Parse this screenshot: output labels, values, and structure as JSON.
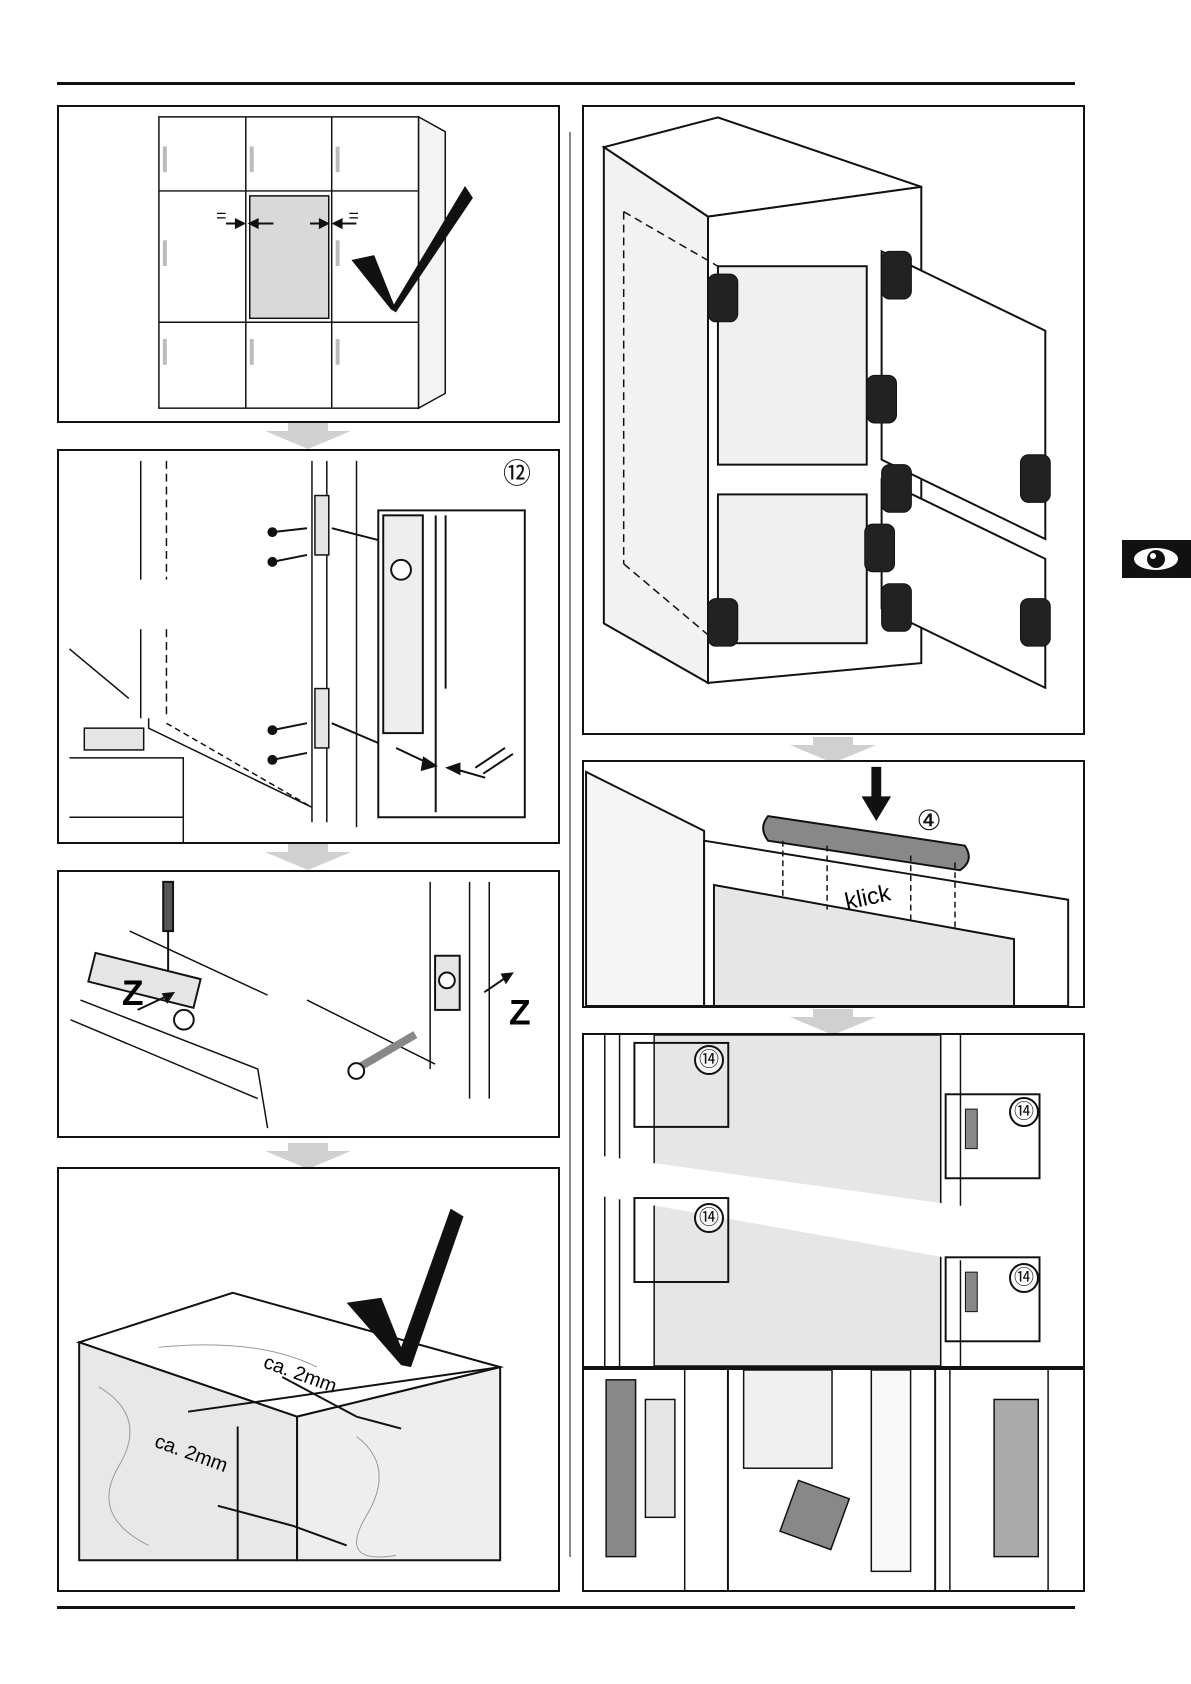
{
  "labels": {
    "equal_sign_left": "=",
    "equal_sign_right": "=",
    "step_12": "⑫",
    "step_4": "④",
    "step_14_a": "⑭",
    "step_14_b": "⑭",
    "step_14_c": "⑭",
    "step_14_d": "⑭",
    "klick": "klick",
    "z_left": "Z",
    "z_right": "Z",
    "gap_top": "ca. 2mm",
    "gap_side": "ca. 2mm"
  },
  "icons": {
    "side_tab": "eye-icon"
  },
  "colors": {
    "ink": "#111111",
    "panel_fill": "#d9d9d9",
    "arrow_fill": "#d0d0d0",
    "tab_fill": "#111111"
  }
}
